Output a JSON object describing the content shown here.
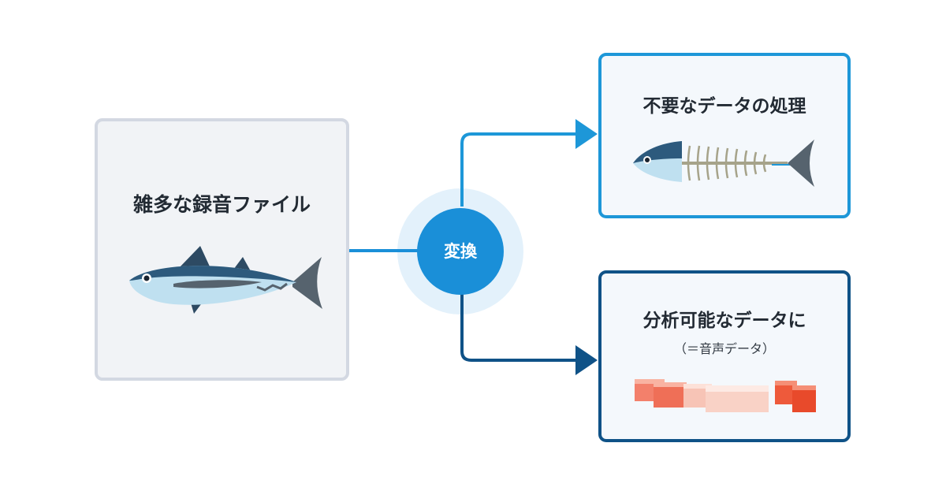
{
  "diagram": {
    "source": {
      "title": "雑多な録音ファイル",
      "illustration": "whole-tuna-fish"
    },
    "process": {
      "label": "変換"
    },
    "outputs": [
      {
        "title": "不要なデータの処理",
        "illustration": "fish-bones-skeleton"
      },
      {
        "title": "分析可能なデータに",
        "subtitle": "（＝音声データ）",
        "illustration": "tuna-sashimi-blocks"
      }
    ],
    "colors": {
      "light_blue": "#1d97d8",
      "dark_blue": "#0f5287",
      "hub_blue": "#1a8fd8",
      "hub_halo": "#e3f1fb",
      "source_border": "#d3d8e2",
      "source_bg": "#f1f3f6"
    }
  }
}
